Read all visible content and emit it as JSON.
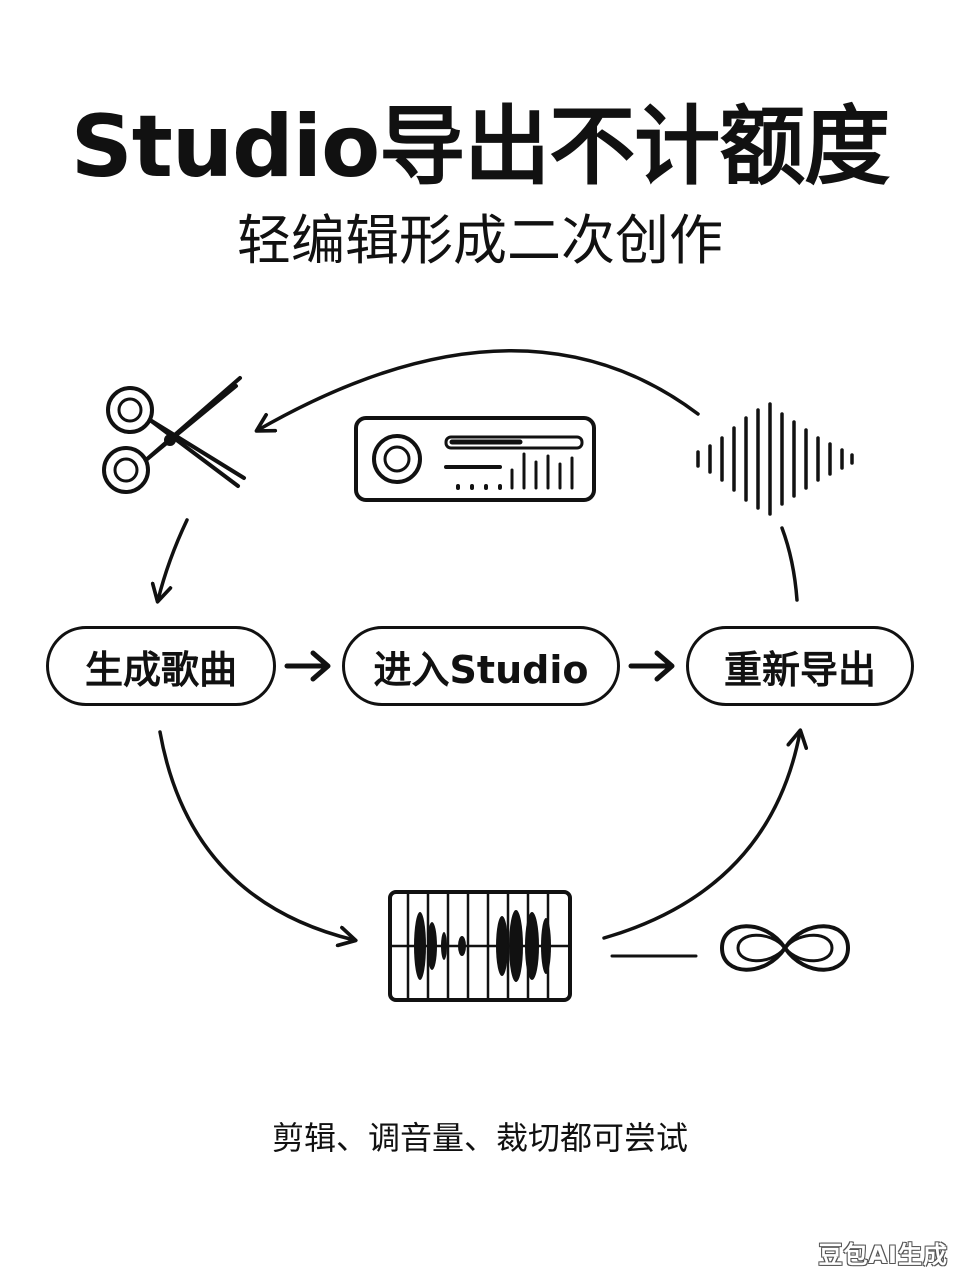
{
  "header": {
    "title": "Studio导出不计额度",
    "subtitle": "轻编辑形成二次创作"
  },
  "flow": {
    "steps": [
      {
        "label": "生成歌曲"
      },
      {
        "label": "进入Studio"
      },
      {
        "label": "重新导出"
      }
    ]
  },
  "icons": {
    "cycle_left": "scissors-icon",
    "cycle_top": "audio-device-icon",
    "cycle_right": "sound-wave-icon",
    "cycle_bottom": "audio-editor-icon",
    "extra": "infinity-icon"
  },
  "caption": "剪辑、调音量、裁切都可尝试",
  "watermark": "豆包AI生成"
}
